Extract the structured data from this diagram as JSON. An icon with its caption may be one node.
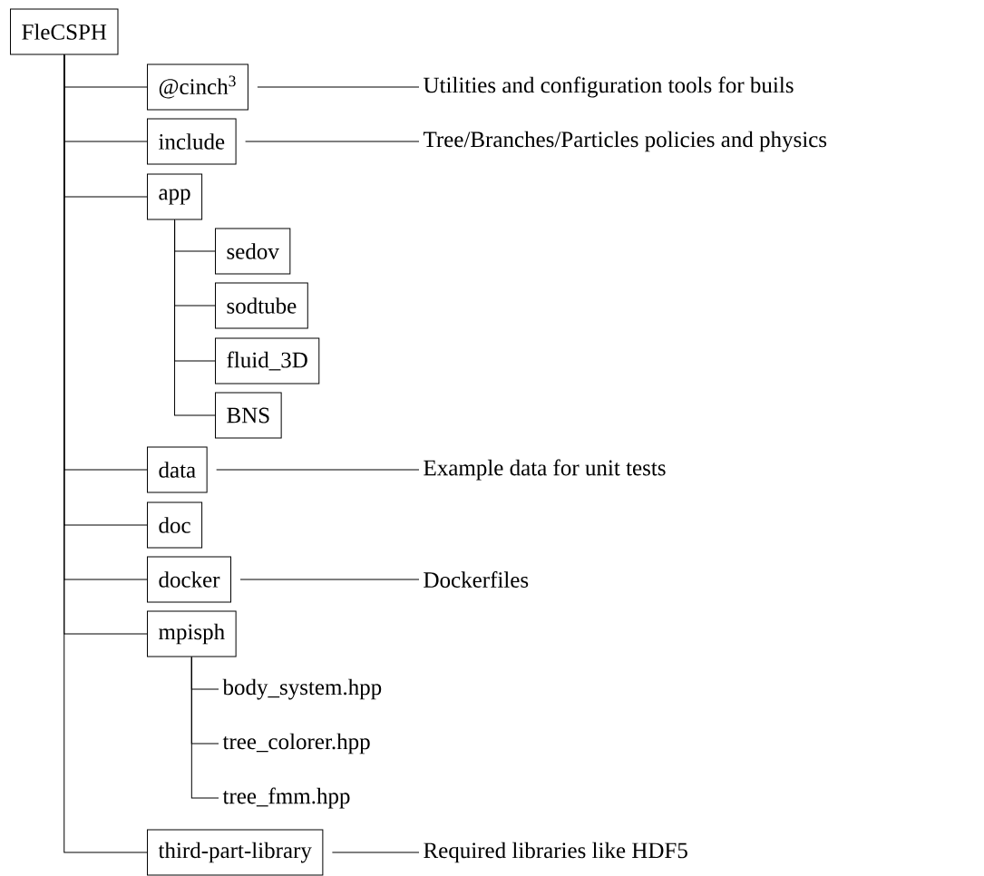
{
  "diagram": {
    "nodes": [
      {
        "text": [
          "FleCSPH"
        ]
      },
      {
        "text": [
          "@cinch$^{3}$"
        ]
      },
      {
        "text": [
          "Utilities and configuration tools for buils"
        ]
      },
      {
        "text": [
          "include"
        ]
      },
      {
        "text": [
          "Tree/Branches/Particles policies and physics"
        ]
      },
      {
        "text": [
          "app"
        ]
      },
      {
        "text": [
          "sedov"
        ]
      },
      {
        "text": [
          "sodtube"
        ]
      },
      {
        "text": [
          "fluid_3D"
        ]
      },
      {
        "text": [
          "BNS"
        ]
      },
      {
        "text": [
          "data"
        ]
      },
      {
        "text": [
          "Example data for unit tests"
        ]
      },
      {
        "text": [
          "doc"
        ]
      },
      {
        "text": [
          "docker"
        ]
      },
      {
        "text": [
          "Dockerfiles"
        ]
      },
      {
        "text": [
          "mpisph"
        ]
      },
      {
        "text": [
          "body_system.hpp"
        ]
      },
      {
        "text": [
          "tree_colorer.hpp"
        ]
      },
      {
        "text": [
          "tree_fmm.hpp"
        ]
      },
      {
        "text": [
          "third-part-library"
        ]
      },
      {
        "text": [
          "Required libraries like HDF5"
        ]
      }
    ],
    "edges": [
      {
        "from": 0,
        "to": 1,
        "arrow": "none"
      },
      {
        "from": 0,
        "to": 3,
        "arrow": "none"
      },
      {
        "from": 0,
        "to": 5,
        "arrow": "none"
      },
      {
        "from": 5,
        "to": 6,
        "arrow": "none"
      },
      {
        "from": 5,
        "to": 7,
        "arrow": "none"
      },
      {
        "from": 5,
        "to": 8,
        "arrow": "none"
      },
      {
        "from": 5,
        "to": 9,
        "arrow": "none"
      },
      {
        "from": 0,
        "to": 10,
        "arrow": "none"
      },
      {
        "from": 0,
        "to": 12,
        "arrow": "none"
      },
      {
        "from": 0,
        "to": 13,
        "arrow": "none"
      },
      {
        "from": 0,
        "to": 15,
        "arrow": "none"
      },
      {
        "from": 15,
        "to": 16,
        "arrow": "none"
      },
      {
        "from": 15,
        "to": 17,
        "arrow": "none"
      },
      {
        "from": 15,
        "to": 18,
        "arrow": "none"
      },
      {
        "from": 0,
        "to": 19,
        "arrow": "none"
      },
      {
        "from": 1,
        "to": 2,
        "arrow": "none"
      },
      {
        "from": 3,
        "to": 4,
        "arrow": "none"
      },
      {
        "from": 10,
        "to": 11,
        "arrow": "none"
      },
      {
        "from": 13,
        "to": 14,
        "arrow": "none"
      },
      {
        "from": 19,
        "to": 20,
        "arrow": "none"
      }
    ]
  }
}
